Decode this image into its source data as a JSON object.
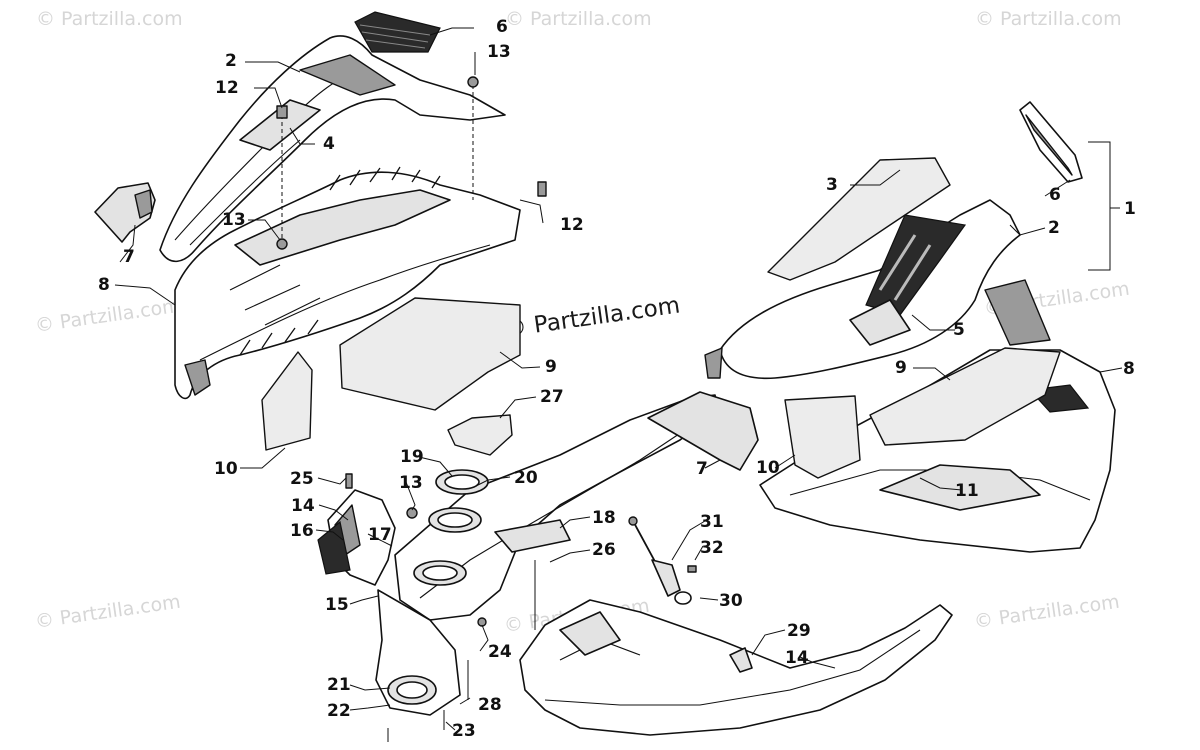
{
  "watermarks": {
    "small": "© Partzilla.com",
    "center": "© Partzilla.com"
  },
  "callouts": [
    {
      "id": "c1",
      "text": "1"
    },
    {
      "id": "c2a",
      "text": "2"
    },
    {
      "id": "c2b",
      "text": "2"
    },
    {
      "id": "c3",
      "text": "3"
    },
    {
      "id": "c4",
      "text": "4"
    },
    {
      "id": "c5",
      "text": "5"
    },
    {
      "id": "c6a",
      "text": "6"
    },
    {
      "id": "c6b",
      "text": "6"
    },
    {
      "id": "c7a",
      "text": "7"
    },
    {
      "id": "c7b",
      "text": "7"
    },
    {
      "id": "c8a",
      "text": "8"
    },
    {
      "id": "c8b",
      "text": "8"
    },
    {
      "id": "c9a",
      "text": "9"
    },
    {
      "id": "c9b",
      "text": "9"
    },
    {
      "id": "c10a",
      "text": "10"
    },
    {
      "id": "c10b",
      "text": "10"
    },
    {
      "id": "c11",
      "text": "11"
    },
    {
      "id": "c12a",
      "text": "12"
    },
    {
      "id": "c12b",
      "text": "12"
    },
    {
      "id": "c13a",
      "text": "13"
    },
    {
      "id": "c13b",
      "text": "13"
    },
    {
      "id": "c13c",
      "text": "13"
    },
    {
      "id": "c14a",
      "text": "14"
    },
    {
      "id": "c14b",
      "text": "14"
    },
    {
      "id": "c15",
      "text": "15"
    },
    {
      "id": "c16",
      "text": "16"
    },
    {
      "id": "c17",
      "text": "17"
    },
    {
      "id": "c18",
      "text": "18"
    },
    {
      "id": "c19",
      "text": "19"
    },
    {
      "id": "c20",
      "text": "20"
    },
    {
      "id": "c21",
      "text": "21"
    },
    {
      "id": "c22",
      "text": "22"
    },
    {
      "id": "c23",
      "text": "23"
    },
    {
      "id": "c24",
      "text": "24"
    },
    {
      "id": "c25",
      "text": "25"
    },
    {
      "id": "c26",
      "text": "26"
    },
    {
      "id": "c27",
      "text": "27"
    },
    {
      "id": "c28",
      "text": "28"
    },
    {
      "id": "c29",
      "text": "29"
    },
    {
      "id": "c30",
      "text": "30"
    },
    {
      "id": "c31",
      "text": "31"
    },
    {
      "id": "c32",
      "text": "32"
    }
  ]
}
